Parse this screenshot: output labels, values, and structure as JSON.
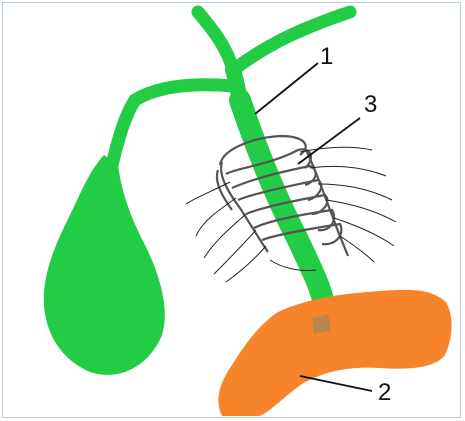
{
  "colors": {
    "bile_duct_green": "#22cc44",
    "duodenum_orange": "#f7832a",
    "papilla_brown": "#b8864c",
    "coil_outline": "#555555",
    "wire": "#222222",
    "frame_border": "#b9cde0"
  },
  "callouts": [
    {
      "label": "1",
      "target": "common-bile-duct"
    },
    {
      "label": "2",
      "target": "duodenum"
    },
    {
      "label": "3",
      "target": "coiled-implant"
    }
  ]
}
